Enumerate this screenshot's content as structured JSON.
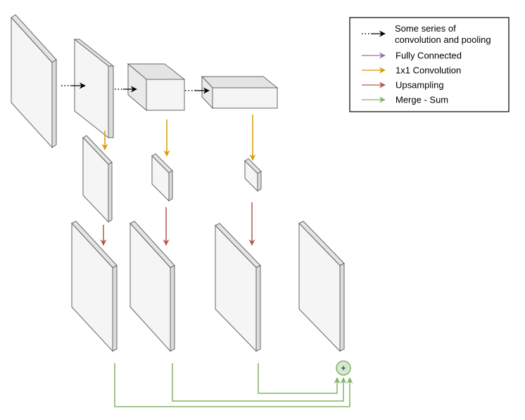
{
  "colors": {
    "series": "#000000",
    "fully_connected": "#9673a6",
    "conv1x1": "#d79b00",
    "upsampling": "#b85450",
    "merge": "#82b366",
    "merge_fill": "#d5e8d4",
    "block_face": "#f5f5f5",
    "block_side": "#e4e4e4",
    "block_stroke": "#666666"
  },
  "legend": {
    "items": [
      {
        "label_lines": [
          "Some series of",
          "convolution and pooling"
        ],
        "dotted": true,
        "color": "#000000",
        "icon": "dotted-arrow-icon"
      },
      {
        "label_lines": [
          "Fully Connected"
        ],
        "dotted": false,
        "color": "#9673a6",
        "icon": "arrow-icon"
      },
      {
        "label_lines": [
          "1x1 Convolution"
        ],
        "dotted": false,
        "color": "#d79b00",
        "icon": "arrow-icon"
      },
      {
        "label_lines": [
          "Upsampling"
        ],
        "dotted": false,
        "color": "#b85450",
        "icon": "arrow-icon"
      },
      {
        "label_lines": [
          "Merge - Sum"
        ],
        "dotted": false,
        "color": "#82b366",
        "icon": "arrow-icon"
      }
    ]
  },
  "merge_node": {
    "symbol": "+"
  }
}
